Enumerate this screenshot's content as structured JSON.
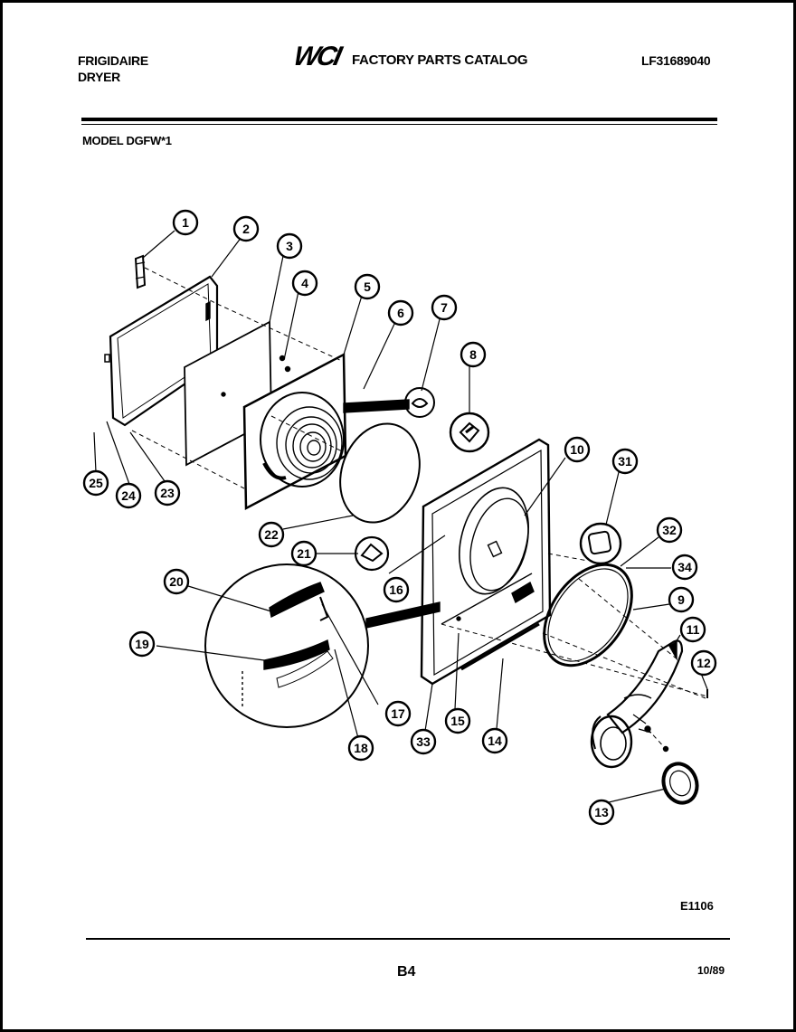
{
  "header": {
    "brand": "FRIGIDAIRE",
    "product": "DRYER",
    "logo_text": "WCI",
    "catalog_title": "FACTORY PARTS CATALOG",
    "catalog_id": "LF31689040",
    "model": "MODEL DGFW*1"
  },
  "footer": {
    "diagram_code": "E1106",
    "page_number": "B4",
    "date": "10/89"
  },
  "callouts": [
    "1",
    "2",
    "3",
    "4",
    "5",
    "6",
    "7",
    "8",
    "9",
    "10",
    "11",
    "12",
    "13",
    "14",
    "15",
    "16",
    "17",
    "18",
    "19",
    "20",
    "21",
    "22",
    "23",
    "24",
    "25",
    "31",
    "32",
    "33",
    "34"
  ]
}
